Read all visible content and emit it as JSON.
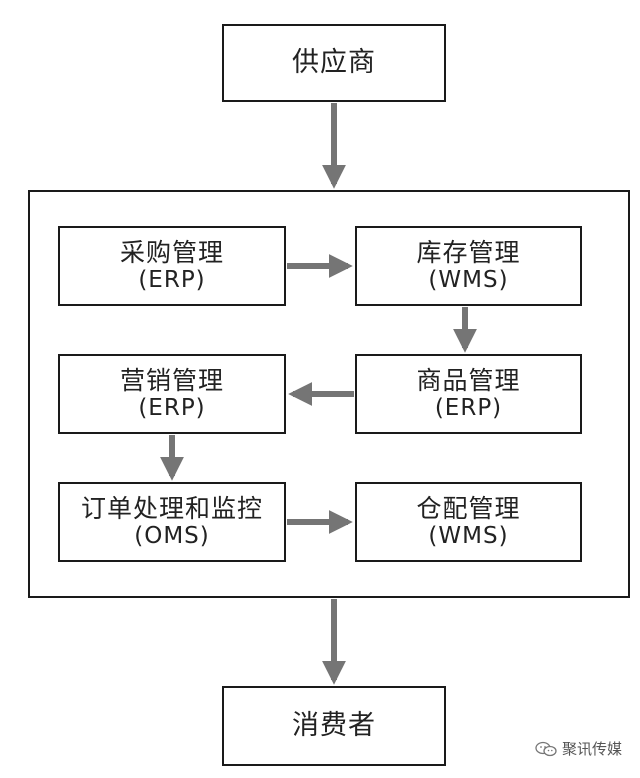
{
  "nodes": {
    "supplier": {
      "name": "供应商"
    },
    "purchasing": {
      "name": "采购管理",
      "sub": "(ERP)"
    },
    "inventory": {
      "name": "库存管理",
      "sub": "(WMS)"
    },
    "marketing": {
      "name": "营销管理",
      "sub": "(ERP)"
    },
    "product": {
      "name": "商品管理",
      "sub": "(ERP)"
    },
    "order": {
      "name": "订单处理和监控",
      "sub": "(OMS)"
    },
    "warehouse": {
      "name": "仓配管理",
      "sub": "(WMS)"
    },
    "consumer": {
      "name": "消费者"
    }
  },
  "watermark": {
    "text": "聚讯传媒",
    "icon": "wechat-icon"
  },
  "colors": {
    "arrow": "#757575",
    "border": "#1a1a1a"
  }
}
